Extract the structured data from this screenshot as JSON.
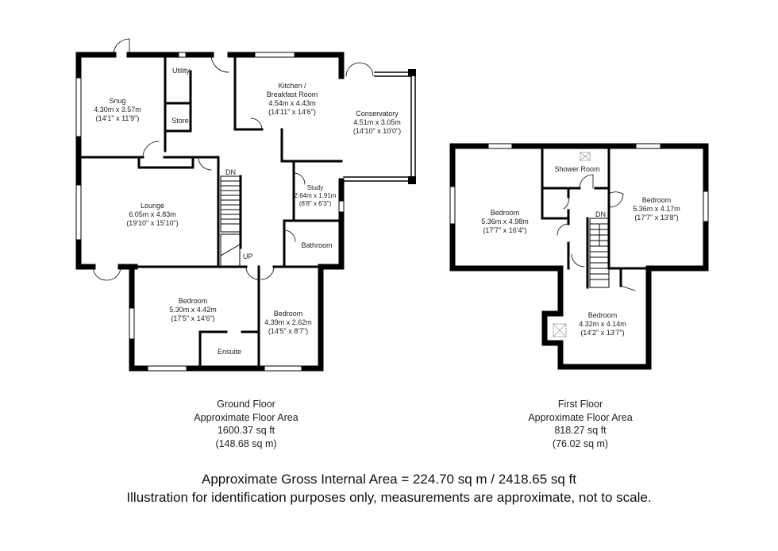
{
  "ground_floor": {
    "rooms": [
      {
        "name": "Snug",
        "metric": "4.30m x 3.57m",
        "imperial": "(14'1\" x 11'9\")"
      },
      {
        "name": "Utility"
      },
      {
        "name": "Store"
      },
      {
        "name": "Kitchen /",
        "name2": "Breakfast Room",
        "metric": "4.54m x 4.43m",
        "imperial": "(14'11\" x 14'6\")"
      },
      {
        "name": "Conservatory",
        "metric": "4.51m x 3.05m",
        "imperial": "(14'10\" x 10'0\")"
      },
      {
        "name": "Lounge",
        "metric": "6.05m x 4.83m",
        "imperial": "(19'10\" x 15'10\")"
      },
      {
        "name": "Study",
        "metric": "2.64m x 1.91m",
        "imperial": "(8'8\" x 6'3\")"
      },
      {
        "name": "Bathroom"
      },
      {
        "name": "Bedroom",
        "metric": "5.30m x 4.42m",
        "imperial": "(17'5\" x 14'6\")"
      },
      {
        "name": "Ensuite"
      },
      {
        "name": "Bedroom",
        "metric": "4.39m x 2.62m",
        "imperial": "(14'5\" x 8'7\")"
      }
    ],
    "stairs": {
      "down": "DN",
      "up": "UP"
    },
    "summary": {
      "title": "Ground Floor",
      "subtitle": "Approximate Floor Area",
      "sqft": "1600.37 sq ft",
      "sqm": "(148.68 sq m)"
    }
  },
  "first_floor": {
    "rooms": [
      {
        "name": "Shower Room"
      },
      {
        "name": "Bedroom",
        "metric": "5.36m x 4.98m",
        "imperial": "(17'7\" x 16'4\")"
      },
      {
        "name": "Bedroom",
        "metric": "5.36m x 4.17m",
        "imperial": "(17'7\" x 13'8\")"
      },
      {
        "name": "Bedroom",
        "metric": "4.32m x 4.14m",
        "imperial": "(14'2\" x 13'7\")"
      }
    ],
    "stairs": {
      "down": "DN"
    },
    "summary": {
      "title": "First Floor",
      "subtitle": "Approximate Floor Area",
      "sqft": "818.27 sq ft",
      "sqm": "(76.02 sq m)"
    }
  },
  "footer": {
    "gross_area": "Approximate Gross Internal Area = 224.70 sq m / 2418.65 sq ft",
    "disclaimer": "Illustration for identification purposes only, measurements are approximate, not to scale."
  },
  "colors": {
    "wall": "#000000",
    "background": "#ffffff",
    "text": "#222222"
  }
}
